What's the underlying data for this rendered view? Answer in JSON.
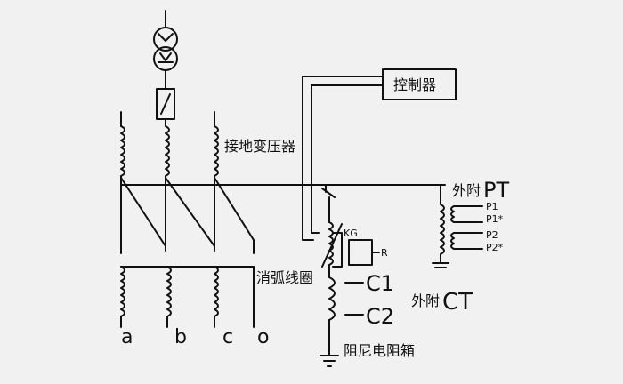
{
  "labels": {
    "controller": "控制器",
    "grounding_transformer": "接地变压器",
    "arc_suppression_coil": "消弧线圈",
    "damping_resistor_box": "阻尼电阻箱",
    "external_pt_prefix": "外附",
    "external_pt_code": "PT",
    "external_ct_prefix": "外附",
    "external_ct_code": "CT",
    "c1": "C1",
    "c2": "C2",
    "kg": "KG",
    "r": "R",
    "p1": "P1",
    "p1_star": "P1*",
    "p2": "P2",
    "p2_star": "P2*",
    "phase_a": "a",
    "phase_b": "b",
    "phase_c": "c",
    "neutral_o": "o"
  },
  "colors": {
    "background": "#f1f1f1",
    "line": "#111111"
  }
}
